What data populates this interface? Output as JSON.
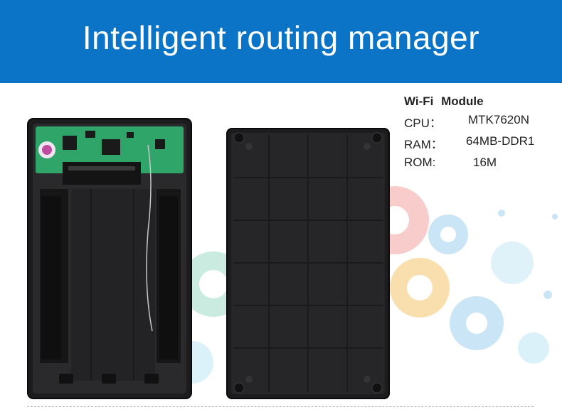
{
  "banner": {
    "title": "Intelligent routing manager"
  },
  "specs": {
    "heading": "Wi-Fi  Module",
    "rows": [
      {
        "label": "CPU：",
        "value": "MTK7620N"
      },
      {
        "label": "RAM：",
        "value": "64MB-DDR1"
      },
      {
        "label": "ROM:",
        "value": "16M"
      }
    ]
  },
  "colors": {
    "banner": "#0b74c7",
    "case": "#1c1c1e",
    "pcb": "#2fa56a"
  }
}
